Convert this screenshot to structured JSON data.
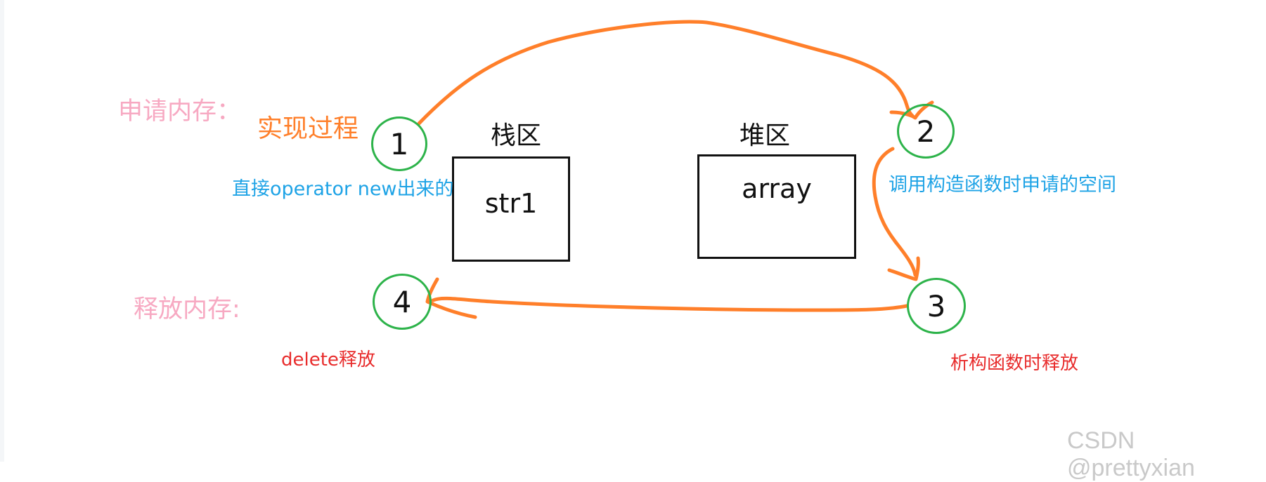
{
  "labels": {
    "apply_memory": "申请内存：",
    "release_memory": "释放内存:",
    "process": "实现过程",
    "stack": "栈区",
    "heap": "堆区",
    "direct_new": "直接operator new出来的",
    "ctor_space": "调用构造函数时申请的空间",
    "delete_release": "delete释放",
    "dtor_release": "析构函数时释放"
  },
  "boxes": {
    "stack_box": "str1",
    "heap_box": "array"
  },
  "steps": [
    "1",
    "2",
    "3",
    "4"
  ],
  "watermark": "CSDN @prettyxian",
  "colors": {
    "arrow": "#ff7f2a",
    "circle": "#2db34a",
    "pink": "#f7a9c2",
    "blue": "#1ea3e6",
    "red": "#e82c2c"
  }
}
